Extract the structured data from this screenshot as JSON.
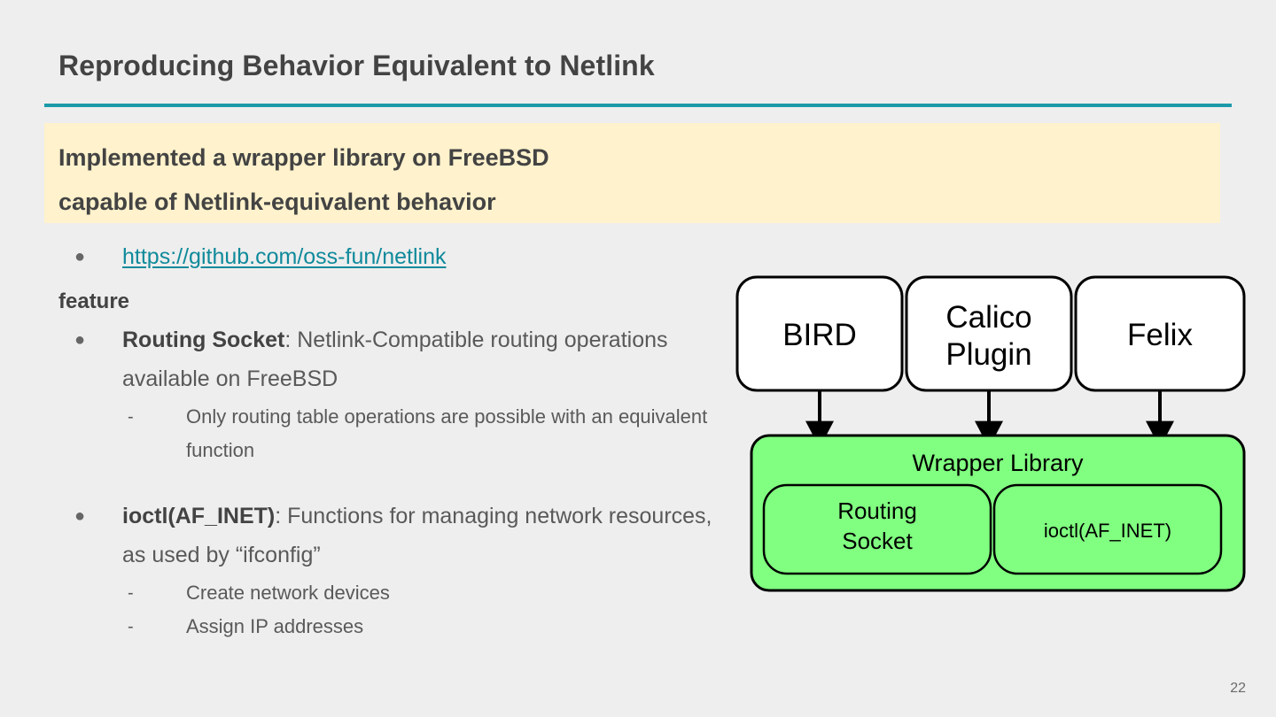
{
  "slide": {
    "title": "Reproducing Behavior Equivalent to Netlink",
    "page_number": "22",
    "accent_color": "#1b9aaa",
    "background_color": "#eeeeee"
  },
  "highlight": {
    "color": "#fff2cc",
    "line1": "Implemented a wrapper library on FreeBSD",
    "line2": "capable of Netlink-equivalent behavior"
  },
  "body": {
    "bullet_dot": "●",
    "bullet_dash": "-",
    "link": {
      "label": "https://github.com/oss-fun/netlink",
      "color": "#0f8a9b"
    },
    "feature_heading": "feature",
    "items": [
      {
        "bold": "Routing Socket",
        "rest": ": Netlink-Compatible routing operations available on FreeBSD",
        "subitems": [
          "Only routing table operations are possible with an equivalent function"
        ]
      },
      {
        "bold": "ioctl(AF_INET)",
        "rest": ": Functions for managing network resources, as used by “ifconfig”",
        "subitems": [
          "Create network devices",
          "Assign IP addresses"
        ]
      }
    ]
  },
  "diagram": {
    "consumers": [
      {
        "label": "BIRD",
        "multiline": false
      },
      {
        "label_line1": "Calico",
        "label_line2": "Plugin",
        "multiline": true
      },
      {
        "label": "Felix",
        "multiline": false
      }
    ],
    "wrapper": {
      "title": "Wrapper Library",
      "fill_color": "#80ff80",
      "modules": [
        {
          "line1": "Routing",
          "line2": "Socket",
          "multiline": true
        },
        {
          "label": "ioctl(AF_INET)",
          "multiline": false
        }
      ]
    }
  }
}
